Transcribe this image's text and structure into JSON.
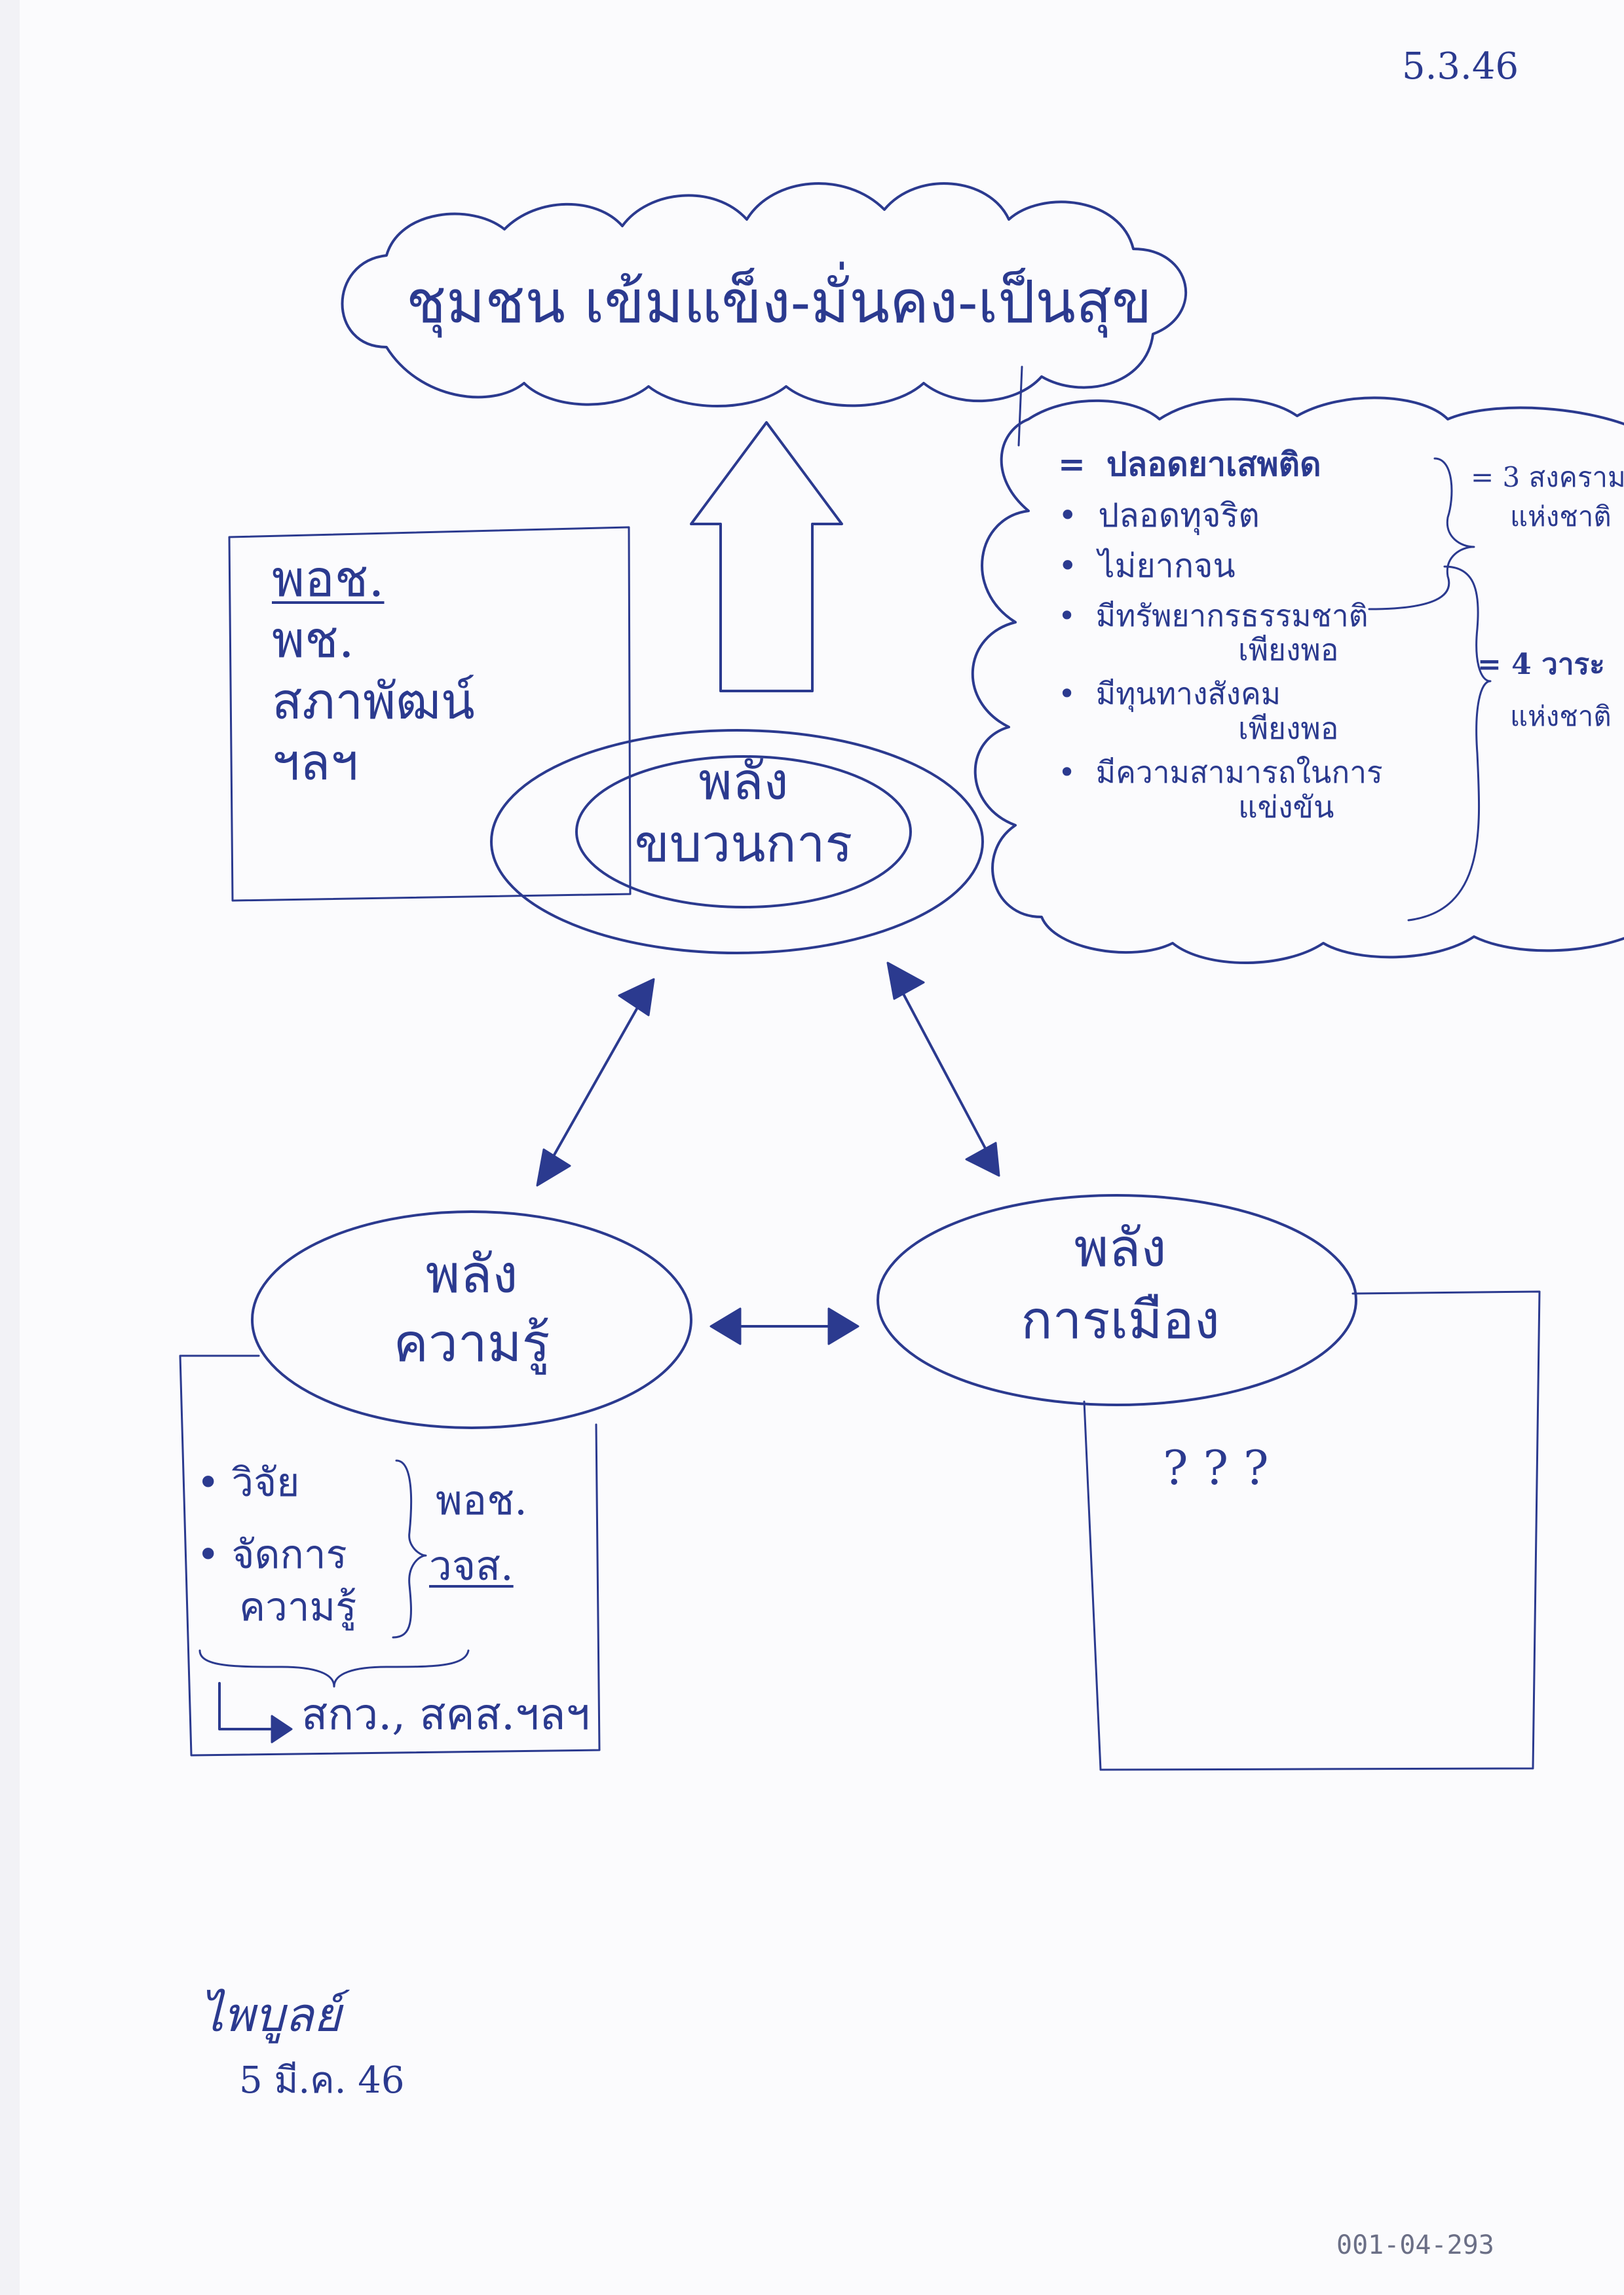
{
  "date_top": "5.3.46",
  "goal_cloud": "ชุมชน เข้มแข็ง-มั่นคง-เป็นสุข",
  "movement_node": {
    "line1": "พลัง",
    "line2": "ขบวนการ"
  },
  "knowledge_node": {
    "line1": "พลัง",
    "line2": "ความรู้"
  },
  "politics_node": {
    "line1": "พลัง",
    "line2": "การเมือง"
  },
  "left_box": {
    "items": [
      "พอช.",
      "พช.",
      "สภาพัฒน์",
      "ฯลฯ"
    ]
  },
  "condition_cloud": {
    "items": [
      {
        "mark": "=",
        "text": "ปลอดยาเสพติด"
      },
      {
        "mark": "•",
        "text": "ปลอดทุจริต"
      },
      {
        "mark": "•",
        "text": "ไม่ยากจน"
      },
      {
        "mark": "•",
        "text": "มีทรัพยากรธรรมชาติ",
        "text2": "เพียงพอ"
      },
      {
        "mark": "•",
        "text": "มีทุนทางสังคม",
        "text2": "เพียงพอ"
      },
      {
        "mark": "•",
        "text": "มีความสามารถในการ",
        "text2": "แข่งขัน"
      }
    ],
    "group1_label": "= 3 สงคราม",
    "group1_label2": "แห่งชาติ",
    "group2_label": "= 4 วาระ",
    "group2_label2": "แห่งชาติ"
  },
  "knowledge_box": {
    "item1": "วิจัย",
    "item2": "จัดการ",
    "item2b": "ความรู้",
    "org1": "พอช.",
    "org2": "วจส.",
    "footer": "สกว., สคส.ฯลฯ"
  },
  "politics_box": {
    "text": "?    ?    ?"
  },
  "signature": {
    "name": "ไพบูลย์",
    "date": "5 มี.ค. 46"
  },
  "doc_number": "001-04-293",
  "ink_color": "#2b3a8f"
}
